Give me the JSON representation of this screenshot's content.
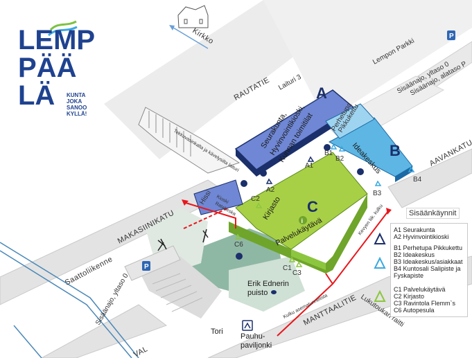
{
  "colors": {
    "road": "#e3e3e3",
    "road_edge": "#c9c9c9",
    "park": "#8fb8a4",
    "building_a": "#6f87d4",
    "building_b": "#5db6e4",
    "building_c": "#a8d046",
    "route": "#e8171c",
    "dark_blue": "#1b2f6b",
    "rail": "#4a88b8"
  },
  "logo": {
    "line1": "LEMP",
    "line2": "PÄÄ",
    "line3": "LÄ",
    "slogan": [
      "KUNTA",
      "JOKA",
      "SANOO",
      "KYLLÄ!"
    ]
  },
  "streets": {
    "kirkko": "Kirkko",
    "rautatie": "RAUTATIE",
    "laituri": "Laituri 3",
    "lempon_parkki": "Lempon Parkki",
    "sisaanajo_top_0": "Sisäänajo, yltaso 0",
    "sisaanajo_top_p": "Sisäänajo, alataso P",
    "aavankatu": "AAVANKATU",
    "makasiinikatu": "MAKASIINIKATU",
    "saattoliikenne": "Saattoliikenne",
    "sisaanajo_left": "Sisäänajo, yltaso 0",
    "manttaalitie": "MANTTAALITIE",
    "lukutoukan_raitti": "Lukutoukan raitti",
    "kulku_asemalta": "Kulku asematunnelista",
    "kulku_torilta": "Kulku asematunnelista",
    "kevyen_liik": "Kevyen liik. kulku",
    "tunneli": "Tekkuvasinkalta ja kävelysilta laituri",
    "vali": "VAL"
  },
  "buildings": {
    "a_letter": "A",
    "a_name_1": "Seurakunta,",
    "a_name_2": "Hyvinvointikioski,",
    "a_name_3": "Kunnan toimitilat",
    "b_letter": "B",
    "b_name": "Ideakeskus",
    "perhetupa_1": "Perhetupa",
    "perhetupa_2": "Pikkukettu",
    "c_letter": "C",
    "c_kirjasto": "Kirjasto",
    "c_palvelu": "Palvelukäytävä",
    "hissi": "Hissi",
    "kioski": "Kioski",
    "ratakeska": "Ratakeska",
    "park_name_1": "Erik Ednerin",
    "park_name_2": "puisto",
    "tori": "Tori",
    "pauhu_1": "Pauhu-",
    "pauhu_2": "paviljonki"
  },
  "markers": {
    "a1": "A1",
    "a2": "A2",
    "b1": "B1",
    "b2": "B2",
    "b3": "B3",
    "b4": "B4",
    "c1": "C1",
    "c2": "C2",
    "c3": "C3",
    "c6": "C6",
    "parking": "P",
    "info": "i"
  },
  "entrances": {
    "title": "Sisäänkäynnit",
    "groups": [
      {
        "items": [
          "A1 Seurakunta",
          "A2 Hyvinvointikioski"
        ],
        "color": "#1b2f6b"
      },
      {
        "items": [
          "B1 Perhetupa Pikkukettu",
          "B2 Ideakeskus",
          "B3 Ideakeskus/asiakkaat",
          "B4 Kuntosali Salipiste ja",
          "Fyskapiste"
        ],
        "color": "#3aa8e0"
      },
      {
        "items": [
          "C1 Palvelukäytävä",
          "C2 Kirjasto",
          "C3 Ravintola Flemm`s",
          "C6 Autopesula"
        ],
        "color": "#8cc63f"
      }
    ]
  }
}
